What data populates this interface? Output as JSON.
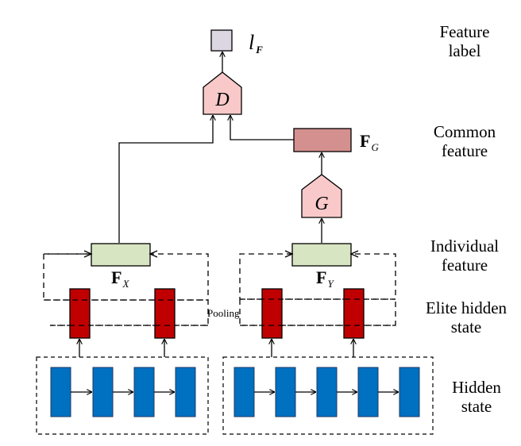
{
  "nodes": {
    "feature_label": {
      "symbol": "l",
      "subscript": "F"
    },
    "discriminator": {
      "label": "D"
    },
    "generator": {
      "label": "G"
    },
    "common_feature": {
      "symbol": "F",
      "subscript": "G"
    },
    "individual_x": {
      "symbol": "F",
      "subscript": "X"
    },
    "individual_y": {
      "symbol": "F",
      "subscript": "Y"
    },
    "pooling": {
      "label": "Pooling"
    }
  },
  "row_labels": {
    "feature_label": [
      "Feature",
      "label"
    ],
    "common_feature": [
      "Common",
      "feature"
    ],
    "individual_feature": [
      "Individual",
      "feature"
    ],
    "elite_hidden_state": [
      "Elite hidden",
      "state"
    ],
    "hidden_state": [
      "Hidden",
      "state"
    ]
  },
  "colors": {
    "label_box": "#DCD6E3",
    "discriminator": "#F9C9C9",
    "generator": "#F9C9C9",
    "common_feature": "#D4908E",
    "individual_feature": "#D8E5C2",
    "elite_hidden": "#C00000",
    "hidden": "#0070C0",
    "line": "#000000"
  }
}
